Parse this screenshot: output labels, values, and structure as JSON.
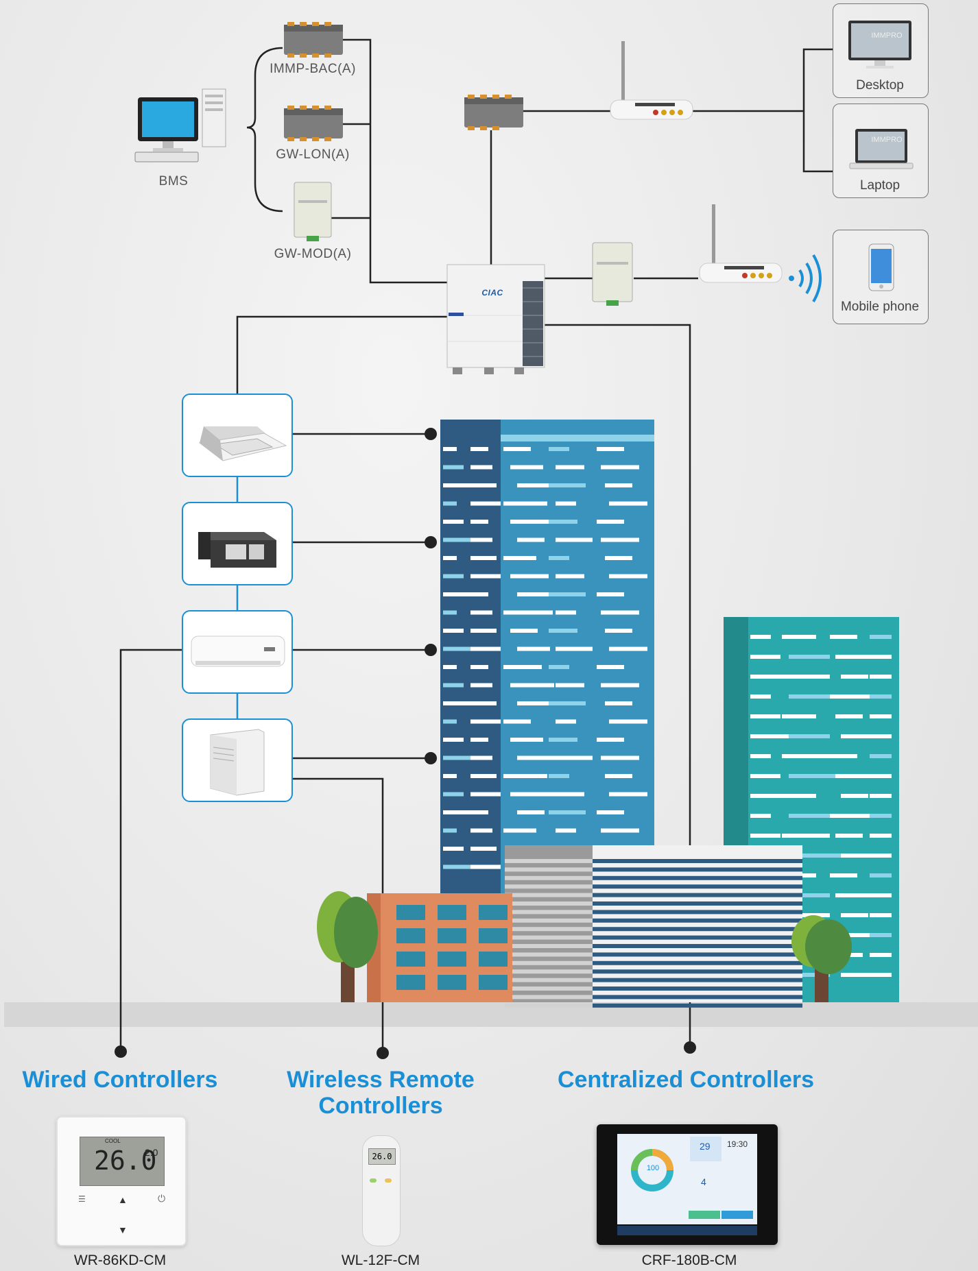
{
  "bms": {
    "label": "BMS"
  },
  "gateways": [
    {
      "label": "IMMP-BAC(A)"
    },
    {
      "label": "GW-LON(A)"
    },
    {
      "label": "GW-MOD(A)"
    }
  ],
  "remote_devices": [
    {
      "label": "Desktop",
      "icon": "desktop-icon"
    },
    {
      "label": "Laptop",
      "icon": "laptop-icon"
    },
    {
      "label": "Mobile phone",
      "icon": "mobile-phone-icon"
    }
  ],
  "screen_text": {
    "immpro": "IMMPRO"
  },
  "odu": {
    "brand": "CIAC"
  },
  "controllers": [
    {
      "title": "Wired Controllers",
      "model": "WR-86KD-CM"
    },
    {
      "title": "Wireless Remote Controllers",
      "title_line1": "Wireless Remote",
      "title_line2": "Controllers",
      "model": "WL-12F-CM"
    },
    {
      "title": "Centralized Controllers",
      "model": "CRF-180B-CM"
    }
  ],
  "wired_display": {
    "mode": "COOL",
    "temp": "26.0",
    "unit": "°C",
    "small": "2.0"
  },
  "remote_display": {
    "temp": "26.0"
  },
  "central_display": {
    "big_num": "100",
    "date": "29",
    "time": "19:30",
    "count": "4"
  },
  "colors": {
    "accent": "#1a8fd6",
    "line": "#222222",
    "building_dark": "#2f5b82",
    "building_mid": "#3a93bd",
    "building_teal": "#2aa9ad",
    "building_orange": "#e08a5f"
  }
}
